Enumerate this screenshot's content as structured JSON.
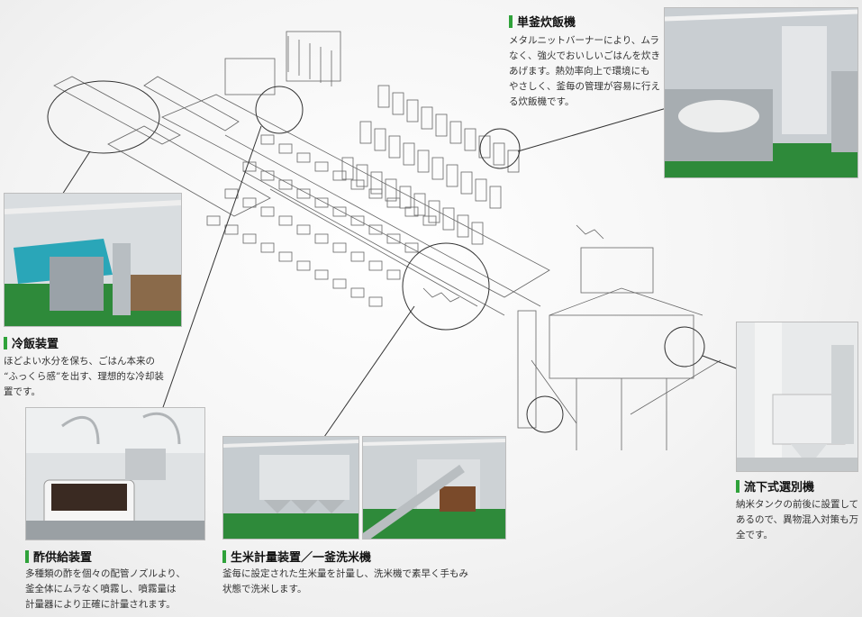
{
  "callouts": {
    "rice_cooker": {
      "title": "単釜炊飯機",
      "lines": [
        "メタルニットバーナーにより、ムラ",
        "なく、強火でおいしいごはんを炊き",
        "あげます。熱効率向上で環境にも",
        "やさしく、釜毎の管理が容易に行え",
        "る炊飯機です。"
      ]
    },
    "rice_cooler": {
      "title": "冷飯装置",
      "lines": [
        "ほどよい水分を保ち、ごはん本来の",
        "“ふっくら感”を出す、理想的な冷却装",
        "置です。"
      ]
    },
    "vinegar": {
      "title": "酢供給装置",
      "lines": [
        "多種類の酢を個々の配管ノズルより、",
        "釜全体にムラなく噴霧し、噴霧量は",
        "計量器により正確に計量されます。"
      ]
    },
    "rice_weighing": {
      "title": "生米計量装置／一釜洗米機",
      "lines": [
        "釜毎に設定された生米量を計量し、洗米機で素早く手もみ",
        "状態で洗米します。"
      ]
    },
    "sorter": {
      "title": "流下式選別機",
      "lines": [
        "納米タンクの前後に設置して",
        "あるので、異物混入対策も万",
        "全です。"
      ]
    }
  },
  "colors": {
    "accent": "#2fa23a",
    "floor_green": "#2e8a3a",
    "line": "#555555"
  }
}
